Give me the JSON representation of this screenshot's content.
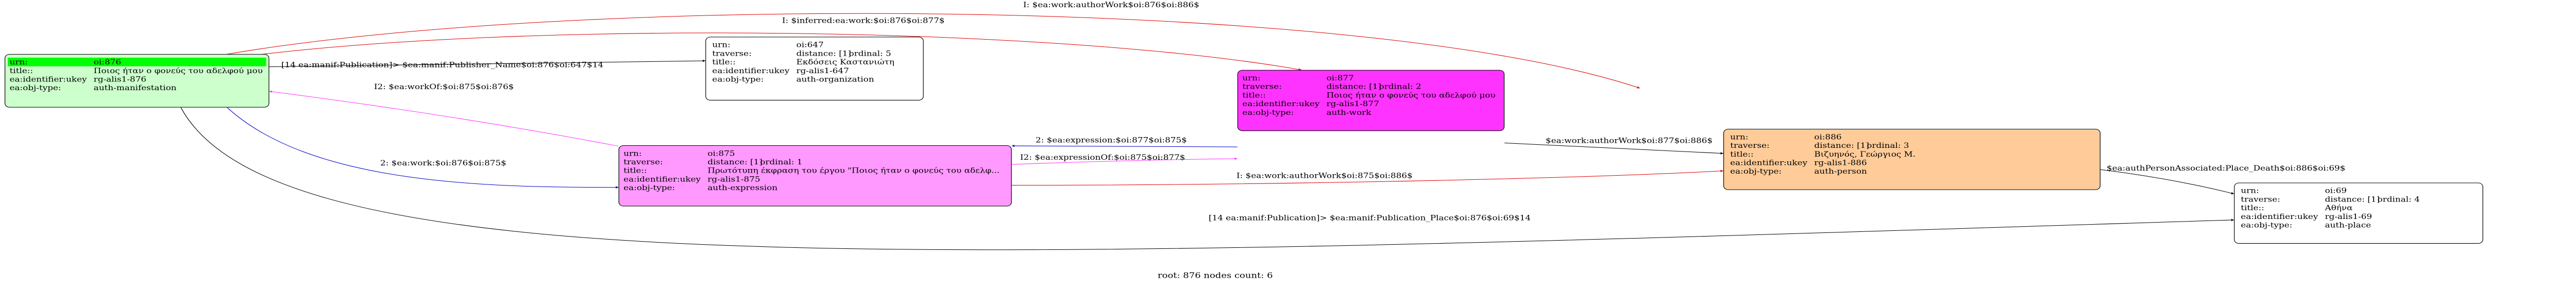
{
  "nodes": {
    "n876": {
      "fill": "#ccffcc",
      "rows": [
        {
          "k": "urn:",
          "v": "oi:876",
          "highlight": true
        },
        {
          "k": "title::",
          "v": "Ποιος ήταν ο φονεύς του αδελφού μου"
        },
        {
          "k": "ea:identifier:ukey",
          "v": "rg-alis1-876"
        },
        {
          "k": "ea:obj-type:",
          "v": "auth-manifestation"
        }
      ]
    },
    "n647": {
      "fill": "#ffffff",
      "rows": [
        {
          "k": "urn:",
          "v": "oi:647"
        },
        {
          "k": "traverse:",
          "v": "distance: [1]",
          "extra": "ordinal: 5"
        },
        {
          "k": "title::",
          "v": "Εκδόσεις Καστανιώτη"
        },
        {
          "k": "ea:identifier:ukey",
          "v": "rg-alis1-647"
        },
        {
          "k": "ea:obj-type:",
          "v": "auth-organization"
        }
      ]
    },
    "n877": {
      "fill": "#ff33ff",
      "rows": [
        {
          "k": "urn:",
          "v": "oi:877"
        },
        {
          "k": "traverse:",
          "v": "distance: [1]",
          "extra": "ordinal: 2"
        },
        {
          "k": "title::",
          "v": "Ποιος ήταν ο φονεύς του αδελφού μου"
        },
        {
          "k": "ea:identifier:ukey",
          "v": "rg-alis1-877"
        },
        {
          "k": "ea:obj-type:",
          "v": "auth-work"
        }
      ]
    },
    "n875": {
      "fill": "#ff99ff",
      "rows": [
        {
          "k": "urn:",
          "v": "oi:875"
        },
        {
          "k": "traverse:",
          "v": "distance: [1]",
          "extra": "ordinal: 1"
        },
        {
          "k": "title::",
          "v": "Πρωτότυπη έκφραση του έργου \"Ποιος ήταν ο φονεύς του αδελφ..."
        },
        {
          "k": "ea:identifier:ukey",
          "v": "rg-alis1-875"
        },
        {
          "k": "ea:obj-type:",
          "v": "auth-expression"
        }
      ]
    },
    "n886": {
      "fill": "#ffcc99",
      "rows": [
        {
          "k": "urn:",
          "v": "oi:886"
        },
        {
          "k": "traverse:",
          "v": "distance: [1]",
          "extra": "ordinal: 3"
        },
        {
          "k": "title::",
          "v": "Βιζυηνός, Γεώργιος Μ."
        },
        {
          "k": "ea:identifier:ukey",
          "v": "rg-alis1-886"
        },
        {
          "k": "ea:obj-type:",
          "v": "auth-person"
        }
      ]
    },
    "n69": {
      "fill": "#ffffff",
      "rows": [
        {
          "k": "urn:",
          "v": "oi:69"
        },
        {
          "k": "traverse:",
          "v": "distance: [1]",
          "extra": "ordinal: 4"
        },
        {
          "k": "title::",
          "v": "Αθήνα"
        },
        {
          "k": "ea:identifier:ukey",
          "v": "rg-alis1-69"
        },
        {
          "k": "ea:obj-type:",
          "v": "auth-place"
        }
      ]
    }
  },
  "edges": {
    "e_876_647": {
      "label": "[14 ea:manif:Publication]> $ea:manif:Publisher_Name$oi:876$oi:647$14",
      "color": "#000000"
    },
    "e_876_886": {
      "label": "I: $ea:work:authorWork$oi:876$oi:886$",
      "color": "#dd0000"
    },
    "e_876_877": {
      "label": "I: $inferred:ea:work:$oi:876$oi:877$",
      "color": "#dd0000"
    },
    "e_875_876": {
      "label": "I2: $ea:workOf:$oi:875$oi:876$",
      "color": "#ff33ff"
    },
    "e_876_875": {
      "label": "2: $ea:work:$oi:876$oi:875$",
      "color": "#0000cc"
    },
    "e_877_875": {
      "label": "2: $ea:expression:$oi:877$oi:875$",
      "color": "#0000cc"
    },
    "e_875_877": {
      "label": "I2: $ea:expressionOf:$oi:875$oi:877$",
      "color": "#ff33ff"
    },
    "e_877_886": {
      "label": "$ea:work:authorWork$oi:877$oi:886$",
      "color": "#000000"
    },
    "e_875_886": {
      "label": "I: $ea:work:authorWork$oi:875$oi:886$",
      "color": "#dd0000"
    },
    "e_886_69": {
      "label": "$ea:authPersonAssociated:Place_Death$oi:886$oi:69$",
      "color": "#000000"
    },
    "e_876_69": {
      "label": "[14 ea:manif:Publication]> $ea:manif:Publication_Place$oi:876$oi:69$14",
      "color": "#000000"
    }
  },
  "footer": "root: 876 nodes count: 6"
}
